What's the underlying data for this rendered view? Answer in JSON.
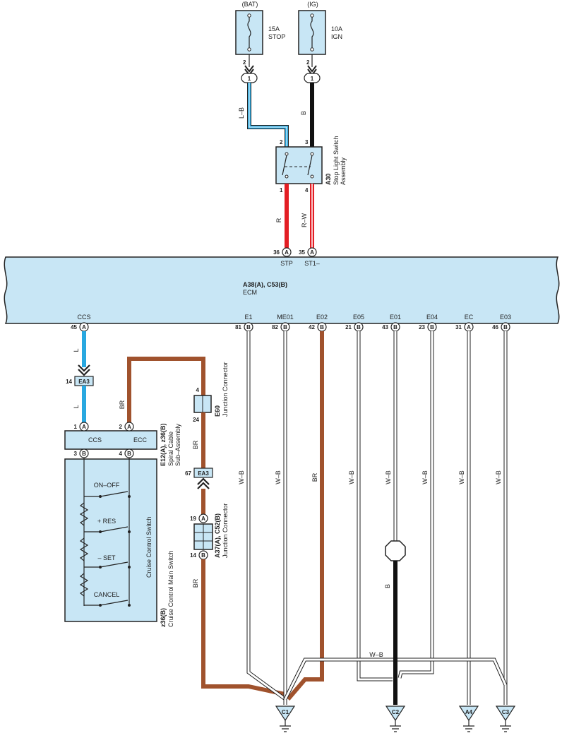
{
  "power": {
    "bat": {
      "label": "(BAT)",
      "rating": "15A",
      "name": "STOP",
      "pin": "2",
      "conn": "1"
    },
    "ig": {
      "label": "(IG)",
      "rating": "10A",
      "name": "IGN",
      "pin": "2",
      "conn": "1"
    }
  },
  "wires": {
    "lb": "L–B",
    "b": "B",
    "r": "R",
    "rw": "R–W",
    "l1": "L",
    "l2": "L",
    "br_ecc": "BR",
    "br_e60": "BR",
    "br_a37": "BR",
    "br_e02": "BR",
    "wb": [
      "W–B",
      "W–B",
      "W–B",
      "W–B",
      "W–B",
      "W–B"
    ],
    "b_e01": "B",
    "wb_ground": "W–B"
  },
  "stop_switch": {
    "code": "A30",
    "name1": "Stop Light Switch",
    "name2": "Assembly",
    "pins": {
      "in_left": "2",
      "in_right": "3",
      "out_left": "1",
      "out_right": "4"
    }
  },
  "ecm": {
    "code": "A38(A), C53(B)",
    "name": "ECM",
    "top_pins": [
      {
        "num": "36",
        "conn": "A",
        "label": "STP"
      },
      {
        "num": "35",
        "conn": "A",
        "label": "ST1–"
      }
    ],
    "bottom_pins": [
      {
        "num": "45",
        "conn": "A",
        "label": "CCS"
      },
      {
        "num": "81",
        "conn": "B",
        "label": "E1"
      },
      {
        "num": "82",
        "conn": "B",
        "label": "ME01"
      },
      {
        "num": "42",
        "conn": "B",
        "label": "E02"
      },
      {
        "num": "21",
        "conn": "B",
        "label": "E05"
      },
      {
        "num": "43",
        "conn": "B",
        "label": "E01"
      },
      {
        "num": "23",
        "conn": "B",
        "label": "E04"
      },
      {
        "num": "31",
        "conn": "A",
        "label": "EC"
      },
      {
        "num": "46",
        "conn": "B",
        "label": "E03"
      }
    ]
  },
  "ea3_upper": {
    "pin": "14",
    "label": "EA3"
  },
  "ea3_lower": {
    "pin": "67",
    "label": "EA3"
  },
  "spiral": {
    "code": "E12(A), z36(B)",
    "name1": "Spiral Cable",
    "name2": "Sub–Assembly",
    "ccs": "CCS",
    "ecc": "ECC",
    "pin_top_left": "1",
    "conn_top_left": "A",
    "pin_top_right": "2",
    "conn_top_right": "A",
    "pin_bot_left": "3",
    "conn_bot_left": "B",
    "pin_bot_right": "4",
    "conn_bot_right": "B"
  },
  "cruise": {
    "code": "z36(B)",
    "name_main": "Cruise Control Main Switch",
    "name_sw": "Cruise Control Switch",
    "on_off": "ON–OFF",
    "res": "+ RES",
    "set": "– SET",
    "cancel": "CANCEL"
  },
  "e60": {
    "code": "E60",
    "name": "Junction Connector",
    "pin_top": "4",
    "pin_bot": "24"
  },
  "a37": {
    "code": "A37(A), C52(B)",
    "name": "Junction Connector",
    "pin_top": "19",
    "conn_top": "A",
    "pin_bot": "14",
    "conn_bot": "B"
  },
  "grounds": [
    "C1",
    "C2",
    "A4",
    "C3"
  ],
  "colors": {
    "bg": "#c8e6f5",
    "blue": "#29a8e0",
    "red": "#e31e24",
    "brown": "#a0522d",
    "black": "#111111"
  }
}
